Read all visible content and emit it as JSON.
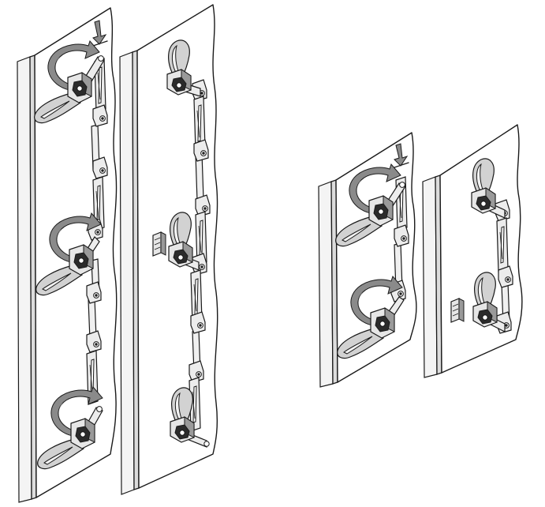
{
  "figure": {
    "panels": [
      {
        "id": "left-closed-3-point",
        "lock_points": 3,
        "state": "rotate-to-lock",
        "push_arrow": true
      },
      {
        "id": "left-open-3-point",
        "lock_points": 3,
        "state": "opened",
        "push_arrow": false
      },
      {
        "id": "right-closed-2-point",
        "lock_points": 2,
        "state": "rotate-to-lock",
        "push_arrow": true
      },
      {
        "id": "right-open-2-point",
        "lock_points": 2,
        "state": "opened",
        "push_arrow": false
      }
    ],
    "colors": {
      "line": "#1a1a1a",
      "shade_light": "#e6e6e6",
      "shade_mid": "#9a9a9a",
      "shade_dark": "#2b2b2b",
      "background": "#ffffff"
    }
  }
}
